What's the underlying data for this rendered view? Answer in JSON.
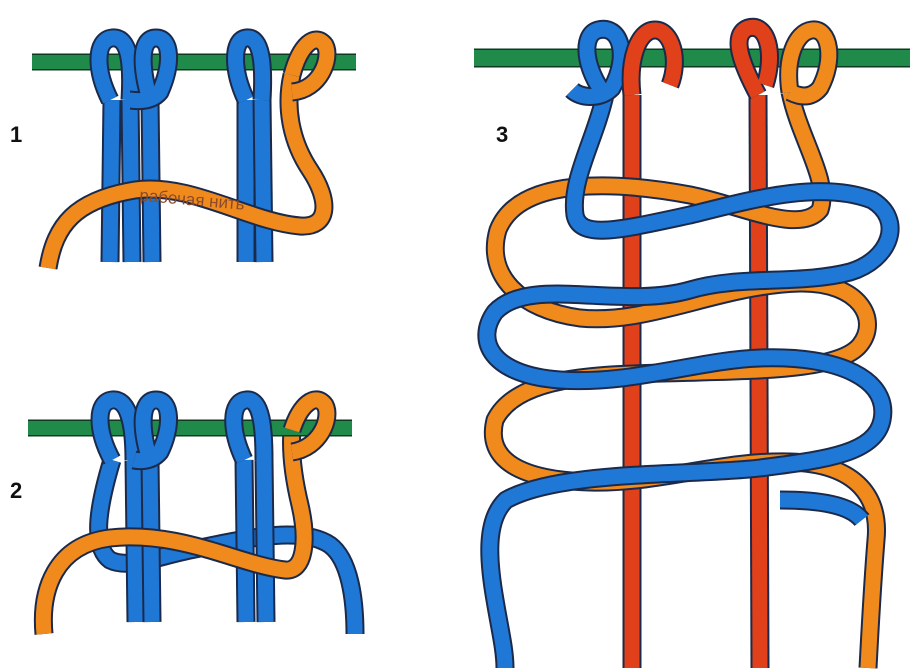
{
  "panels": [
    {
      "label": "1",
      "caption": "рабочая нить"
    },
    {
      "label": "2"
    },
    {
      "label": "3"
    }
  ],
  "colors": {
    "bar": "#1f8a4a",
    "blue": "#1f78d6",
    "orange": "#f08a1c",
    "red": "#e0401a",
    "outline": "#1b2a4a"
  }
}
